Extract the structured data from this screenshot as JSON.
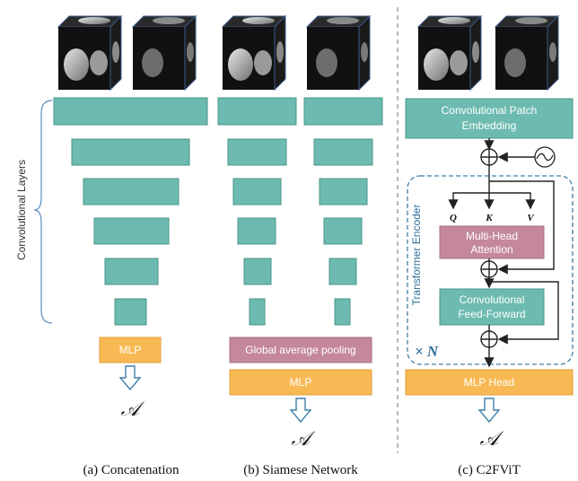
{
  "side_label": "Convolutional Layers",
  "mlp_label": "MLP",
  "gap_label": "Global average pooling",
  "output_symbol": "𝒜",
  "captions": {
    "a": "(a) Concatenation",
    "b": "(b) Siamese Network",
    "c": "(c) C2FViT"
  },
  "c2fvit": {
    "patch_embedding_line1": "Convolutional Patch",
    "patch_embedding_line2": "Embedding",
    "transformer_encoder_label": "Transformer Encoder",
    "q": "Q",
    "k": "K",
    "v": "V",
    "mha_line1": "Multi-Head",
    "mha_line2": "Attention",
    "cff_line1": "Convolutional",
    "cff_line2": "Feed-Forward",
    "repeat_label": "× N",
    "mlp_head": "MLP Head"
  },
  "colors": {
    "teal": "#6dbbb0",
    "orange": "#f8b954",
    "mauve": "#c4889a",
    "encoder_border": "#3f7fa8"
  }
}
